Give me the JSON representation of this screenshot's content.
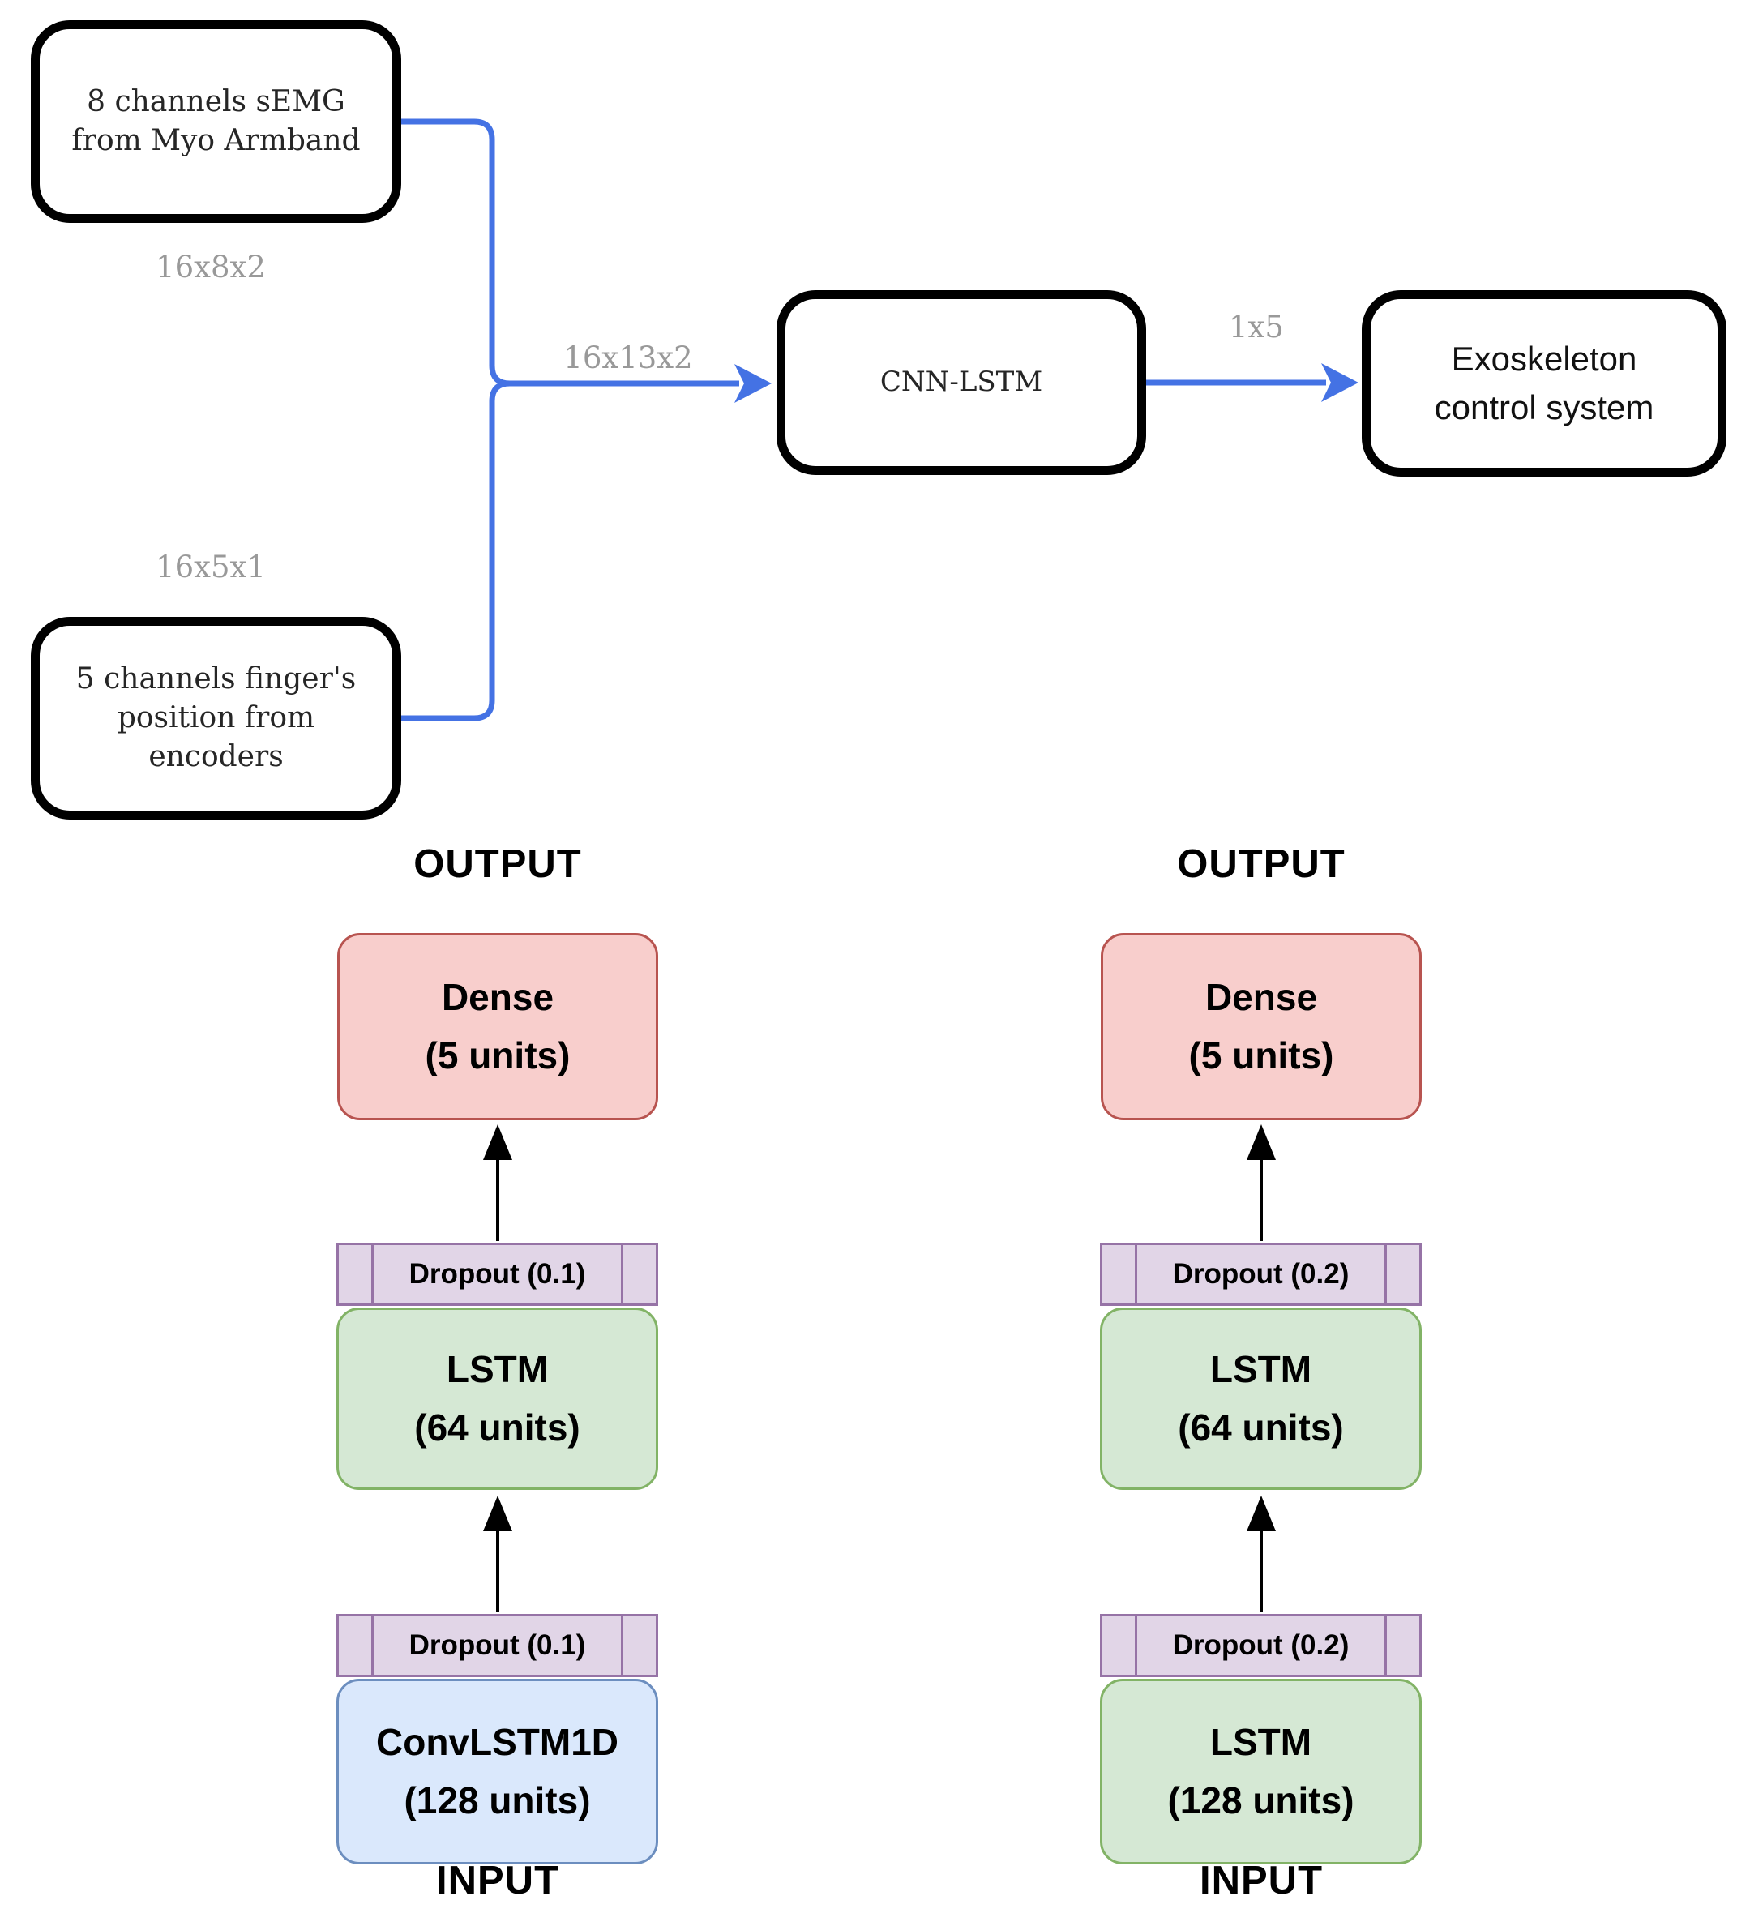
{
  "colors": {
    "flow_line_blue": "#4472e4",
    "shape_label_gray": "#999999",
    "box_border_black": "#000000",
    "dense_fill": "#f8cecc",
    "dense_border": "#b85450",
    "lstm_fill": "#d5e8d4",
    "lstm_border": "#82b366",
    "dropout_fill": "#e1d5e7",
    "dropout_border": "#9673a6",
    "convlstm_fill": "#dae8fc",
    "convlstm_border": "#6c8ebf"
  },
  "flow": {
    "semg_box": {
      "line1": "8 channels sEMG",
      "line2": "from Myo Armband"
    },
    "semg_shape_label": "16x8x2",
    "finger_box": {
      "line1": "5 channels finger's",
      "line2": "position from",
      "line3": "encoders"
    },
    "finger_shape_label": "16x5x1",
    "merged_shape_label": "16x13x2",
    "cnn_lstm_box": "CNN-LSTM",
    "output_shape_label": "1x5",
    "exo_box": {
      "line1": "Exoskeleton",
      "line2": "control system"
    }
  },
  "left_model": {
    "output_label": "OUTPUT",
    "dense": {
      "line1": "Dense",
      "line2": "(5 units)"
    },
    "dropout_upper": "Dropout (0.1)",
    "lstm": {
      "line1": "LSTM",
      "line2": "(64 units)"
    },
    "dropout_lower": "Dropout (0.1)",
    "base_layer": {
      "line1": "ConvLSTM1D",
      "line2": "(128 units)"
    },
    "input_label": "INPUT"
  },
  "right_model": {
    "output_label": "OUTPUT",
    "dense": {
      "line1": "Dense",
      "line2": "(5 units)"
    },
    "dropout_upper": "Dropout (0.2)",
    "lstm": {
      "line1": "LSTM",
      "line2": "(64 units)"
    },
    "dropout_lower": "Dropout (0.2)",
    "base_layer": {
      "line1": "LSTM",
      "line2": "(128 units)"
    },
    "input_label": "INPUT"
  }
}
